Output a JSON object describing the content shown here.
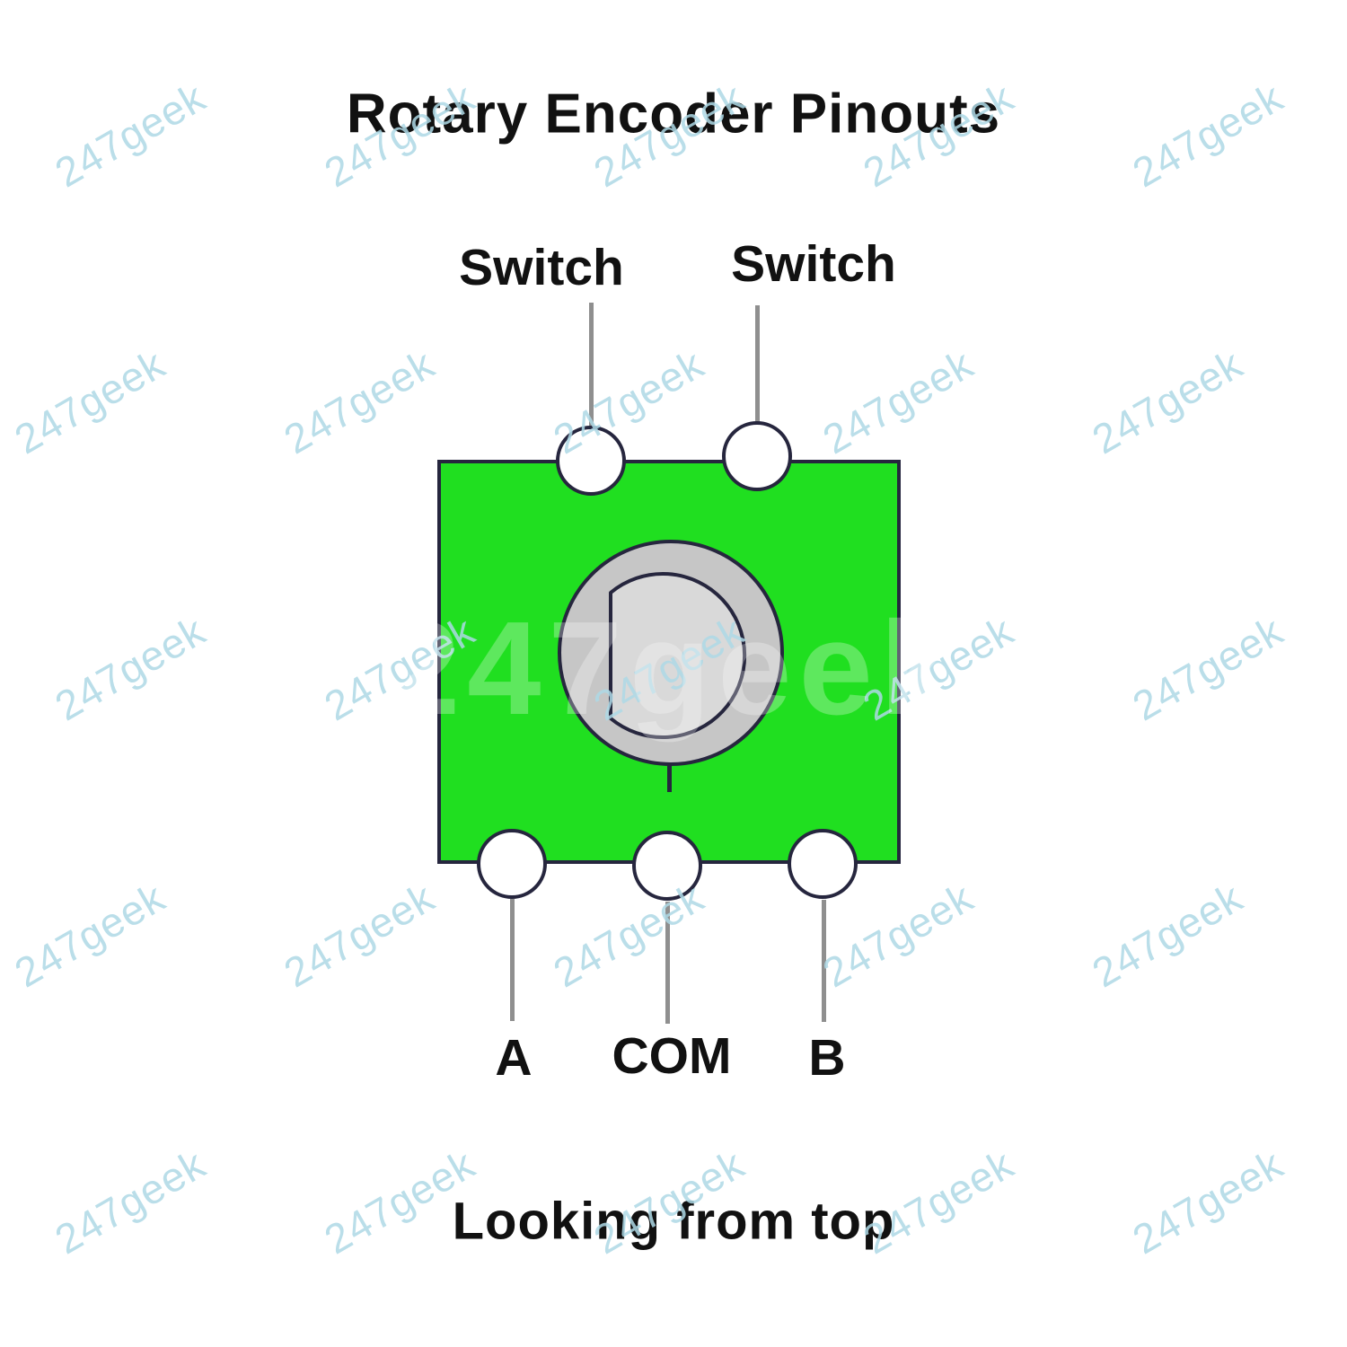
{
  "title": "Rotary Encoder Pinouts",
  "caption": "Looking from top",
  "watermark": {
    "text": "247geek"
  },
  "pins": {
    "top": [
      {
        "label": "Switch"
      },
      {
        "label": "Switch"
      }
    ],
    "bottom": [
      {
        "label": "A"
      },
      {
        "label": "COM"
      },
      {
        "label": "B"
      }
    ]
  },
  "colors": {
    "body_green": "#20df20",
    "outline": "#26263e",
    "shaft_outer": "#c6c6c6",
    "shaft_inner": "#d9d9d9",
    "lead_line": "#8f8f8f",
    "text": "#111111",
    "watermark": "#aed9e6"
  }
}
